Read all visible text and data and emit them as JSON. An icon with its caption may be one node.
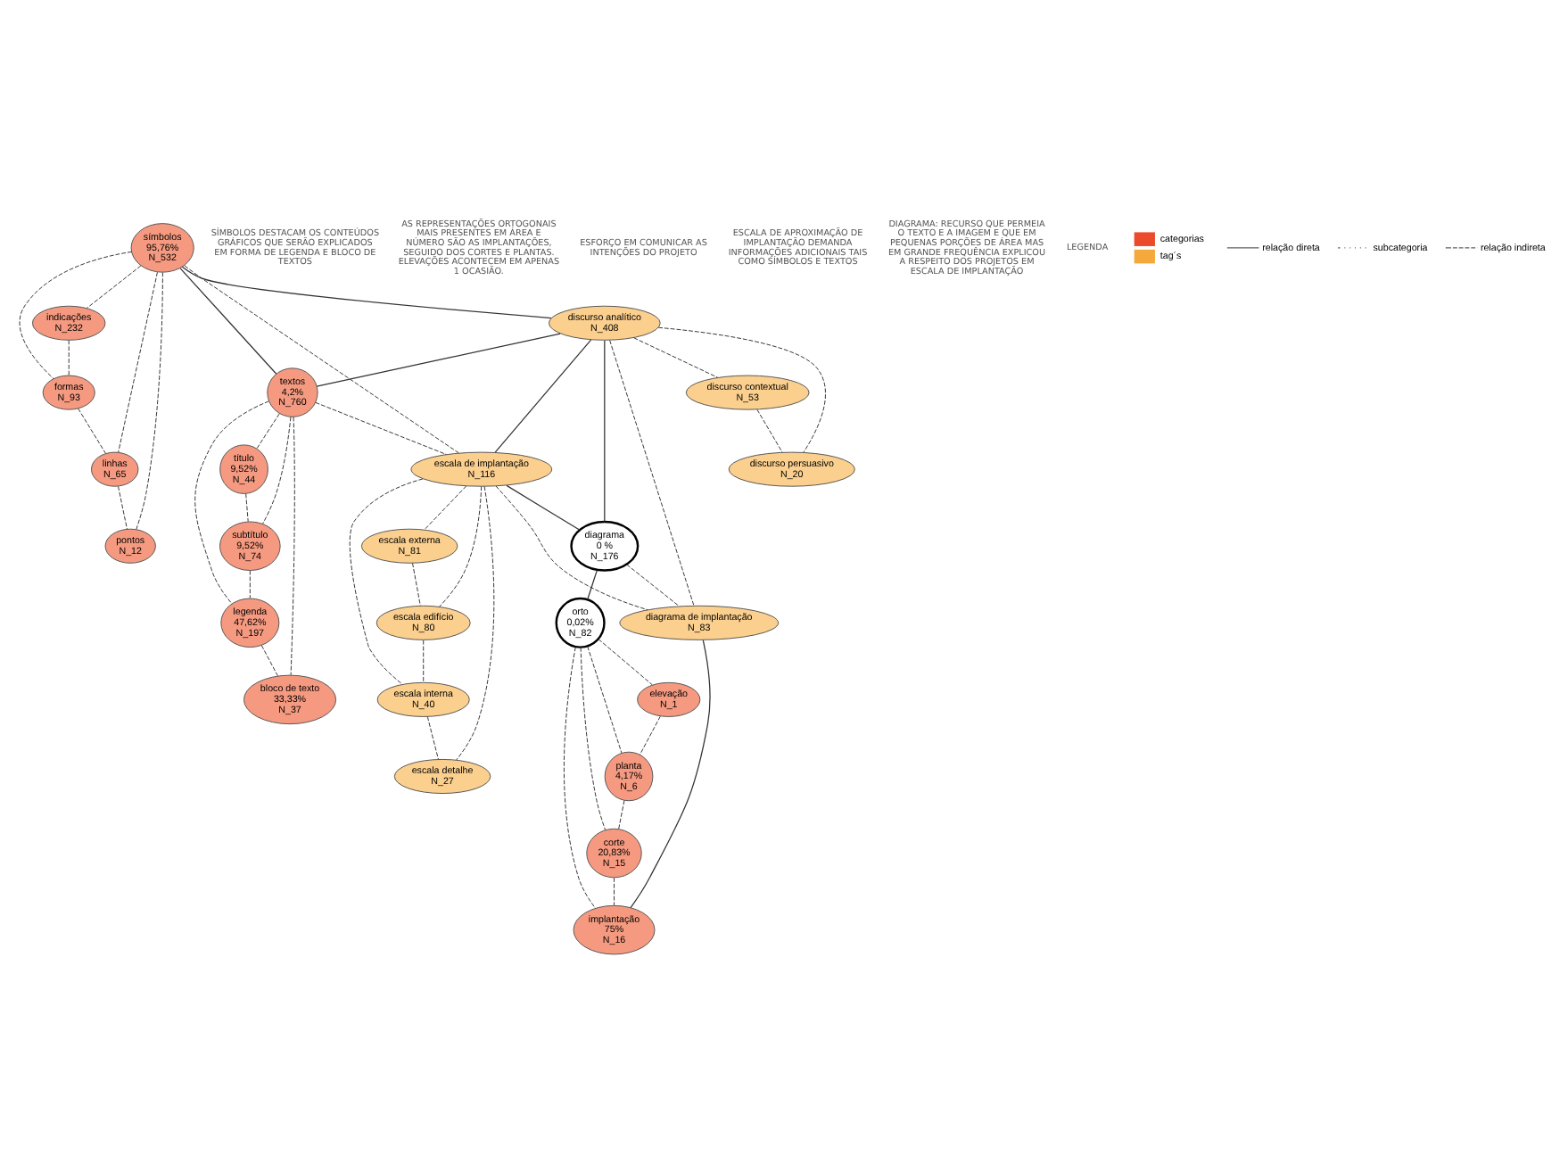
{
  "diagram": {
    "nodes": [
      {
        "text": [
          "indicações",
          "N_232"
        ]
      },
      {
        "text": [
          "formas",
          "N_93"
        ]
      },
      {
        "text": [
          "linhas",
          "N_65"
        ]
      },
      {
        "text": [
          "pontos",
          "N_12"
        ]
      },
      {
        "text": [
          "símbolos",
          "95,76%",
          "N_532"
        ]
      },
      {
        "text": [
          "título",
          "9,52%",
          "N_44"
        ]
      },
      {
        "text": [
          "subtítulo",
          "9,52%",
          "N_74"
        ]
      },
      {
        "text": [
          "legenda",
          "47,62%",
          "N_197"
        ]
      },
      {
        "text": [
          "textos",
          "4,2%",
          "N_760"
        ]
      },
      {
        "text": [
          "bloco de texto",
          "33,33%",
          "N_37"
        ]
      },
      {
        "text": [
          "elevação",
          "N_1"
        ]
      },
      {
        "text": [
          "planta",
          "4,17%",
          "N_6"
        ]
      },
      {
        "text": [
          "orto",
          "0,02%",
          "N_82"
        ]
      },
      {
        "text": [
          "corte",
          "20,83%",
          "N_15"
        ]
      },
      {
        "text": [
          "implantação",
          "75%",
          "N_16"
        ]
      },
      {
        "text": [
          "diagrama",
          "0 %",
          "N_176"
        ]
      },
      {
        "text": [
          "diagrama de implantação",
          "N_83"
        ]
      },
      {
        "text": [
          "discurso analítico",
          "N_408"
        ]
      },
      {
        "text": [
          "escala de implantação",
          "N_116"
        ]
      },
      {
        "text": [
          "discurso contextual",
          "N_53"
        ]
      },
      {
        "text": [
          "discurso persuasivo",
          "N_20"
        ]
      },
      {
        "text": [
          "escala externa",
          "N_81"
        ]
      },
      {
        "text": [
          "escala edifício",
          "N_80"
        ]
      },
      {
        "text": [
          "escala detalhe",
          "N_27"
        ]
      },
      {
        "text": [
          "escala interna",
          "N_40"
        ]
      }
    ],
    "edges": [
      {
        "from": 0,
        "to": 1,
        "arrow": "none",
        "style": "dashed"
      },
      {
        "from": 1,
        "to": 2,
        "arrow": "none",
        "style": "dashed"
      },
      {
        "from": 2,
        "to": 3,
        "arrow": "none",
        "style": "dashed"
      },
      {
        "from": 4,
        "to": 0,
        "arrow": "none",
        "style": "dashed"
      },
      {
        "from": 4,
        "to": 1,
        "arrow": "none",
        "style": "dashed"
      },
      {
        "from": 4,
        "to": 2,
        "arrow": "none",
        "style": "dashed"
      },
      {
        "from": 4,
        "to": 3,
        "arrow": "none",
        "style": "dashed"
      },
      {
        "from": 4,
        "to": 8,
        "arrow": "none"
      },
      {
        "from": 8,
        "to": 5,
        "arrow": "none",
        "style": "dashed"
      },
      {
        "from": 8,
        "to": 6,
        "arrow": "none",
        "style": "dashed"
      },
      {
        "from": 5,
        "to": 6,
        "arrow": "none",
        "style": "dashed"
      },
      {
        "from": 6,
        "to": 7,
        "arrow": "none",
        "style": "dashed"
      },
      {
        "from": 8,
        "to": 7,
        "arrow": "none",
        "style": "dashed"
      },
      {
        "from": 8,
        "to": 9,
        "arrow": "none",
        "style": "dashed"
      },
      {
        "from": 7,
        "to": 9,
        "arrow": "none",
        "style": "dashed"
      },
      {
        "from": 12,
        "to": 10,
        "arrow": "none",
        "style": "dashed"
      },
      {
        "from": 12,
        "to": 11,
        "arrow": "none",
        "style": "dashed"
      },
      {
        "from": 10,
        "to": 11,
        "arrow": "none",
        "style": "dashed"
      },
      {
        "from": 11,
        "to": 13,
        "arrow": "none",
        "style": "dashed"
      },
      {
        "from": 12,
        "to": 13,
        "arrow": "none",
        "style": "dashed"
      },
      {
        "from": 13,
        "to": 14,
        "arrow": "none",
        "style": "dashed"
      },
      {
        "from": 12,
        "to": 14,
        "arrow": "none",
        "style": "dashed"
      },
      {
        "from": 15,
        "to": 12,
        "arrow": "none"
      },
      {
        "from": 15,
        "to": 16,
        "arrow": "none",
        "style": "dashed"
      },
      {
        "from": 16,
        "to": 14,
        "arrow": "none"
      },
      {
        "from": 4,
        "to": 17,
        "arrow": "none"
      },
      {
        "from": 17,
        "to": 8,
        "arrow": "none"
      },
      {
        "from": 17,
        "to": 15,
        "arrow": "none"
      },
      {
        "from": 17,
        "to": 18,
        "arrow": "none"
      },
      {
        "from": 18,
        "to": 15,
        "arrow": "none"
      },
      {
        "from": 4,
        "to": 18,
        "arrow": "none",
        "style": "dashed"
      },
      {
        "from": 8,
        "to": 18,
        "arrow": "none",
        "style": "dashed"
      },
      {
        "from": 17,
        "to": 16,
        "arrow": "none",
        "style": "dashed"
      },
      {
        "from": 18,
        "to": 16,
        "arrow": "none",
        "style": "dashed"
      },
      {
        "from": 17,
        "to": 19,
        "arrow": "none",
        "style": "dashed"
      },
      {
        "from": 17,
        "to": 20,
        "arrow": "none",
        "style": "dashed"
      },
      {
        "from": 19,
        "to": 20,
        "arrow": "none",
        "style": "dashed"
      },
      {
        "from": 18,
        "to": 21,
        "arrow": "none",
        "style": "dashed"
      },
      {
        "from": 18,
        "to": 22,
        "arrow": "none",
        "style": "dashed"
      },
      {
        "from": 18,
        "to": 24,
        "arrow": "none",
        "style": "dashed"
      },
      {
        "from": 18,
        "to": 23,
        "arrow": "none",
        "style": "dashed"
      },
      {
        "from": 21,
        "to": 22,
        "arrow": "none",
        "style": "dashed"
      },
      {
        "from": 22,
        "to": 24,
        "arrow": "none",
        "style": "dashed"
      },
      {
        "from": 24,
        "to": 23,
        "arrow": "none",
        "style": "dashed"
      }
    ],
    "labels": [
      "SÍMBOLOS DESTACAM OS CONTEÚDOS GRÁFICOS QUE SERÃO EXPLICADOS EM FORMA DE LEGENDA E BLOCO DE TEXTOS",
      "AS REPRESENTAÇÕES ORTOGONAIS MAIS PRESENTES EM ÁREA E NÚMERO SÃO AS IMPLANTAÇÕES, SEGUIDO DOS CORTES E PLANTAS. ELEVAÇÕES ACONTECEM EM APENAS 1 OCASIÃO.",
      "ESFORÇO EM COMUNICAR AS INTENÇÕES DO PROJETO",
      "ESCALA DE APROXIMAÇÃO DE IMPLANTAÇÃO DEMANDA INFORMAÇÕES ADICIONAIS TAIS COMO SÍMBOLOS E TEXTOS",
      "DIAGRAMA: RECURSO QUE PERMEIA O TEXTO E A IMAGEM E QUE EM PEQUENAS PORÇÕES DE ÁREA MAS EM GRANDE FREQUÊNCIA EXPLICOU A RESPEITO DOS PROJETOS EM ESCALA DE IMPLANTAÇÃO",
      "LEGENDA"
    ],
    "legend": [
      {
        "text": "categorias",
        "color": "#ec4a2c"
      },
      {
        "text": "tag´s",
        "color": "#f6a93b"
      },
      {
        "text": "relação direta"
      },
      {
        "text": "subcategoria"
      },
      {
        "text": "relação indireta"
      }
    ]
  }
}
